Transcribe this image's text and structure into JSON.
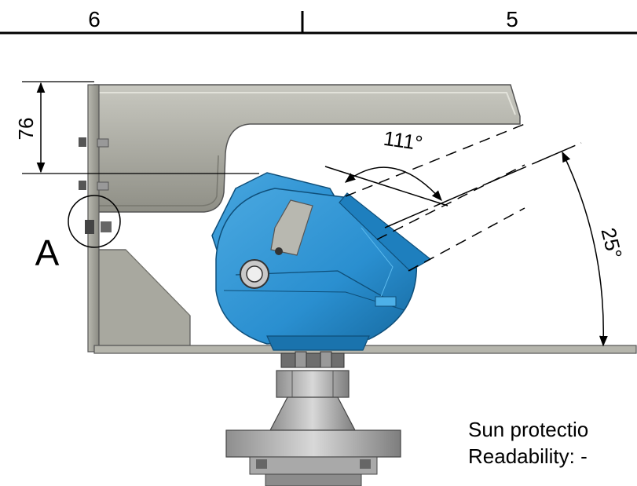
{
  "border_zones": {
    "left": "6",
    "right": "5"
  },
  "dimensions": {
    "height": "76",
    "angle_left": "111°",
    "angle_right": "25°"
  },
  "detail_label": "A",
  "notes": {
    "line1": "Sun protectio",
    "line2": "Readability: -"
  },
  "colors": {
    "housing_blue": "#2a8fd0",
    "housing_blue_dark": "#16699f",
    "bracket_gray": "#a3a39a",
    "bracket_gray_dark": "#6b6b64",
    "line": "#000000"
  }
}
